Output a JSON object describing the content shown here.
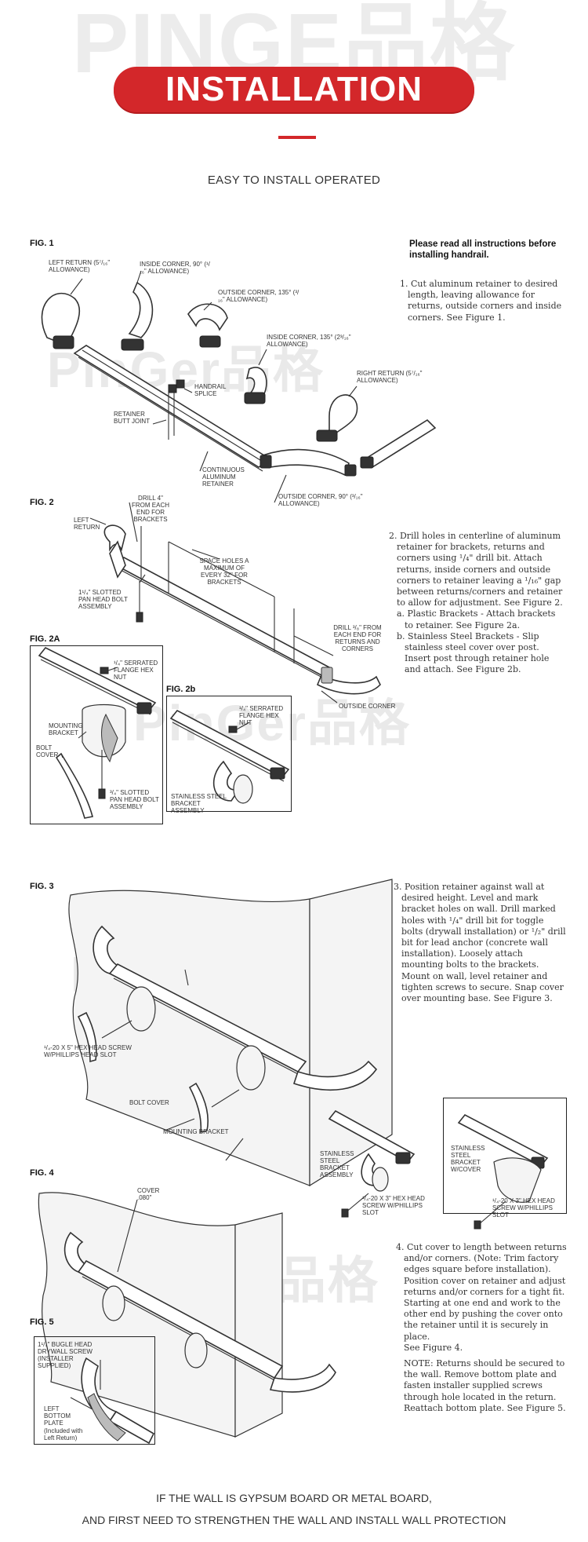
{
  "header": {
    "watermark": "PINGE品格",
    "banner": "INSTALLATION",
    "subtitle": "EASY TO INSTALL  OPERATED"
  },
  "watermark_logo": "PinGer品格",
  "figures": {
    "fig1": {
      "title": "FIG. 1",
      "labels": {
        "left_return": "LEFT RETURN (5⁷/₁₆\" ALLOWANCE)",
        "inside_corner_90": "INSIDE CORNER, 90° (¹/₁₆\" ALLOWANCE)",
        "outside_corner_135": "OUTSIDE CORNER, 135° (³/₁₆\" ALLOWANCE)",
        "inside_corner_135": "INSIDE CORNER, 135° (2³/₁₆\" ALLOWANCE)",
        "right_return": "RIGHT RETURN (5⁷/₁₆\" ALLOWANCE)",
        "handrail_splice": "HANDRAIL SPLICE",
        "retainer_butt_joint": "RETAINER BUTT JOINT",
        "continuous_retainer": "CONTINUOUS ALUMINUM RETAINER",
        "outside_corner_90": "OUTSIDE CORNER, 90° (³/₁₆\" ALLOWANCE)"
      }
    },
    "fig2": {
      "title": "FIG. 2",
      "labels": {
        "left_return": "LEFT RETURN",
        "drill_4": "DRILL 4\" FROM EACH END FOR BRACKETS",
        "space_holes": "SPACE HOLES A MAXIMUM OF EVERY 32\" FOR BRACKETS",
        "slotted_bolt": "1¹/₄\" SLOTTED PAN HEAD BOLT ASSEMBLY",
        "drill_38": "DRILL ³/₈\" FROM EACH END FOR RETURNS AND CORNERS",
        "outside_corner": "OUTSIDE CORNER"
      }
    },
    "fig2a": {
      "title": "FIG. 2A",
      "labels": {
        "serrated_nut": "¹/₄\" SERRATED FLANGE HEX NUT",
        "mounting_bracket": "MOUNTING BRACKET",
        "bolt_cover": "BOLT COVER",
        "slotted_bolt": "³/₄\" SLOTTED PAN HEAD BOLT ASSEMBLY"
      }
    },
    "fig2b": {
      "title": "FIG. 2b",
      "labels": {
        "serrated_nut": "¹/₄\" SERRATED FLANGE HEX NUT",
        "ss_bracket": "STAINLESS STEEL BRACKET ASSEMBLY"
      }
    },
    "fig3": {
      "title": "FIG. 3",
      "labels": {
        "hex_screw": "¹/₄-20 x 5\" HEX HEAD SCREW W/PHILLIPS HEAD SLOT",
        "bolt_cover": "BOLT COVER",
        "mounting_bracket": "MOUNTING BRACKET",
        "ss_bracket_assembly": "STAINLESS STEEL BRACKET ASSEMBLY",
        "hex_screw_small": "¹/₄-20 x 3\" HEX HEAD SCREW W/PHILLIPS SLOT",
        "ss_bracket_cover": "STAINLESS STEEL BRACKET w/COVER",
        "hex_screw_small_b": "¹/₄-20 x 3\" HEX HEAD SCREW W/PHILLIPS SLOT"
      }
    },
    "fig4": {
      "title": "FIG. 4",
      "labels": {
        "cover": "COVER .080\""
      }
    },
    "fig5": {
      "title": "FIG. 5",
      "labels": {
        "bugle_screw": "1¹/₄\" BUGLE HEAD DRYWALL SCREW (INSTALLER SUPPLIED)",
        "left_bottom_plate": "LEFT BOTTOM PLATE",
        "included": "(Included with Left Return)"
      }
    }
  },
  "instructions": {
    "intro": "Please read all instructions before installing handrail.",
    "step1": "1. Cut aluminum retainer to desired length, leaving allowance for returns, outside corners and inside corners. See Figure 1.",
    "step2": "2. Drill holes in centerline of aluminum retainer for brackets, returns and corners using ¹/₄\" drill bit. Attach returns, inside corners and outside corners to retainer leaving a ¹/₁₆\" gap between returns/corners and retainer to allow for adjustment. See Figure 2.",
    "step2a": "a. Plastic Brackets - Attach brackets to retainer. See Figure 2a.",
    "step2b": "b. Stainless Steel Brackets - Slip stainless steel cover over post. Insert post through retainer hole and attach. See Figure 2b.",
    "step3": "3. Position retainer against wall at desired height. Level and mark bracket holes on wall. Drill marked holes with ¹/₄\" drill bit for toggle bolts (drywall installation) or ¹/₂\" drill bit for lead anchor (concrete wall installation). Loosely attach mounting bolts to the brackets. Mount on wall, level retainer and tighten screws to secure. Snap cover over mounting base. See Figure 3.",
    "step4": "4. Cut cover to length between returns and/or corners. (Note: Trim factory edges square before installation). Position cover on retainer and adjust returns and/or corners for a tight fit. Starting at one end and work to the other end by pushing the cover onto the retainer until it is securely in place.",
    "step4_ref": "See Figure 4.",
    "note": "NOTE: Returns should be secured to the wall. Remove bottom plate and fasten installer supplied screws through hole located in the return. Reattach bottom plate.  See Figure 5."
  },
  "footer": {
    "line1": "IF THE WALL IS GYPSUM BOARD OR METAL BOARD,",
    "line2": "AND FIRST NEED TO  STRENGTHEN THE WALL AND INSTALL WALL PROTECTION"
  },
  "colors": {
    "accent": "#d3272a",
    "watermark": "#ececec",
    "line": "#333333"
  }
}
